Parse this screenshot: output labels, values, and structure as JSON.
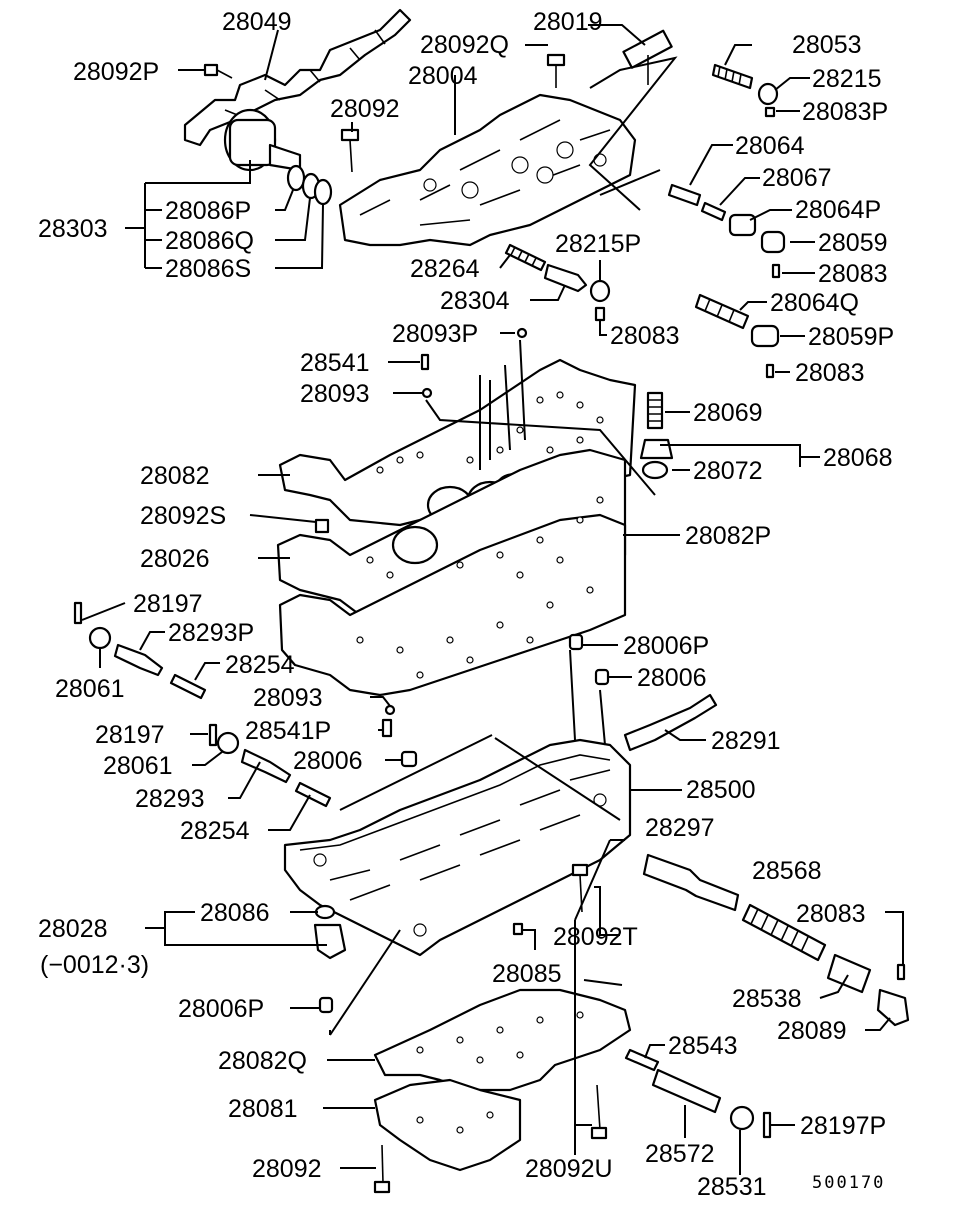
{
  "labels": {
    "p28049": "28049",
    "p28092p": "28092P",
    "p28019": "28019",
    "p28092q": "28092Q",
    "p28004": "28004",
    "p28053": "28053",
    "p28215": "28215",
    "p28083p": "28083P",
    "p28092": "28092",
    "p28064": "28064",
    "p28067": "28067",
    "p28064p": "28064P",
    "p28059": "28059",
    "p28083_a": "28083",
    "p28303": "28303",
    "p28086p": "28086P",
    "p28086q": "28086Q",
    "p28086s": "28086S",
    "p28264": "28264",
    "p28215p": "28215P",
    "p28304": "28304",
    "p28083_b": "28083",
    "p28064q": "28064Q",
    "p28059p": "28059P",
    "p28083_c": "28083",
    "p28093p": "28093P",
    "p28541": "28541",
    "p28093_a": "28093",
    "p28069": "28069",
    "p28068": "28068",
    "p28072": "28072",
    "p28082": "28082",
    "p28092s": "28092S",
    "p28082p": "28082P",
    "p28026": "28026",
    "p28197_a": "28197",
    "p28293p": "28293P",
    "p28006p_a": "28006P",
    "p28061_a": "28061",
    "p28254_a": "28254",
    "p28006_a": "28006",
    "p28093_b": "28093",
    "p28541p": "28541P",
    "p28197_b": "28197",
    "p28291": "28291",
    "p28006_b": "28006",
    "p28061_b": "28061",
    "p28293": "28293",
    "p28500": "28500",
    "p28254_b": "28254",
    "p28297": "28297",
    "p28568": "28568",
    "p28028": "28028",
    "p28028_range": "(−0012·3)",
    "p28086": "28086",
    "p28092t": "28092T",
    "p28083_d": "28083",
    "p28085": "28085",
    "p28538": "28538",
    "p28006p_b": "28006P",
    "p28089": "28089",
    "p28082q": "28082Q",
    "p28543": "28543",
    "p28081": "28081",
    "p28197p": "28197P",
    "p28092_b": "28092",
    "p28092u": "28092U",
    "p28572": "28572",
    "p28531": "28531",
    "drawing_code": "500170"
  }
}
